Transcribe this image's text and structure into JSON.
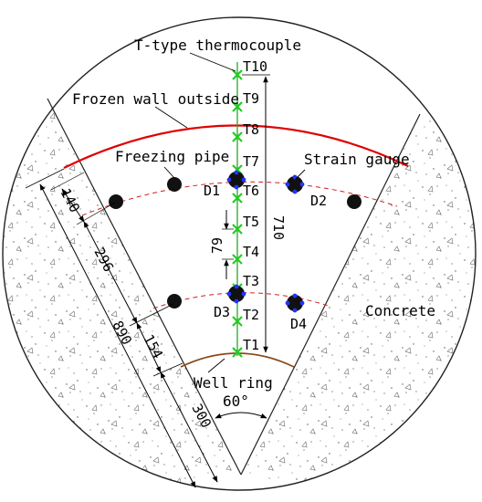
{
  "labels": {
    "thermocouple": "T-type thermocouple",
    "frozen_wall": "Frozen wall outside",
    "freezing_pipe": "Freezing pipe",
    "strain_gauge": "Strain gauge",
    "concrete": "Concrete",
    "well_ring": "Well ring",
    "angle": "60°"
  },
  "thermocouples": [
    "T10",
    "T9",
    "T8",
    "T7",
    "T6",
    "T5",
    "T4",
    "T3",
    "T2",
    "T1"
  ],
  "gauges": [
    "D1",
    "D2",
    "D3",
    "D4"
  ],
  "dimensions": {
    "d710": "710",
    "d79": "79",
    "d140": "140",
    "d296": "296",
    "d154": "154",
    "d890": "890",
    "d300": "300"
  },
  "colors": {
    "frozen_wall": "#e00000",
    "thermocouple_mark": "#22cc22",
    "pipe_fill": "#111111",
    "gauge_dot": "#2233ff",
    "well_ring": "#8a4a1a",
    "dashed_line": "#cc2222"
  }
}
